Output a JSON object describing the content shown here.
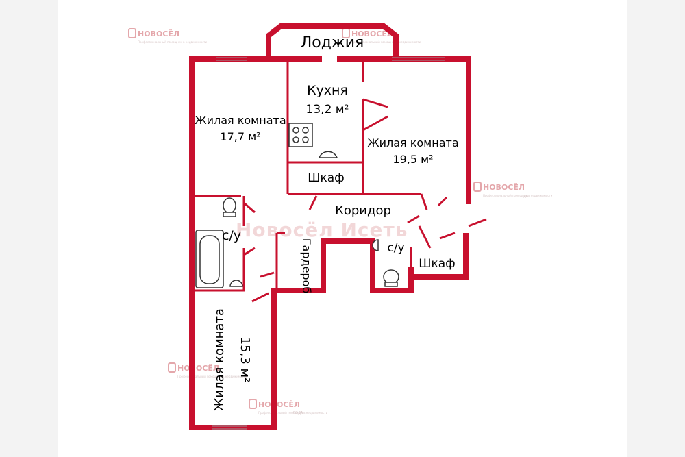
{
  "rooms": {
    "loggia": "Лоджия",
    "kitchen_name": "Кухня",
    "kitchen_area": "13,2 м²",
    "living1_name": "Жилая комната",
    "living1_area": "17,7 м²",
    "living2_name": "Жилая комната",
    "living2_area": "19,5 м²",
    "closet_top": "Шкаф",
    "corridor": "Коридор",
    "bathroom_left": "с/у",
    "bathroom_right": "с/у",
    "wardrobe": "Гардероб",
    "closet_right": "Шкаф",
    "living3_name": "Жилая комната",
    "living3_area": "15,3 м²"
  },
  "watermark": {
    "brand": "НОВОСЁЛ",
    "center_text": "Новосёл Исеть",
    "tagline": "Профессиональный помощник в недвижимости",
    "year_badge": "ГОДА"
  },
  "colors": {
    "wall": "#c8102e",
    "background": "#ffffff",
    "side_panel": "#f3f3f3",
    "watermark": "#e4a7ab"
  }
}
